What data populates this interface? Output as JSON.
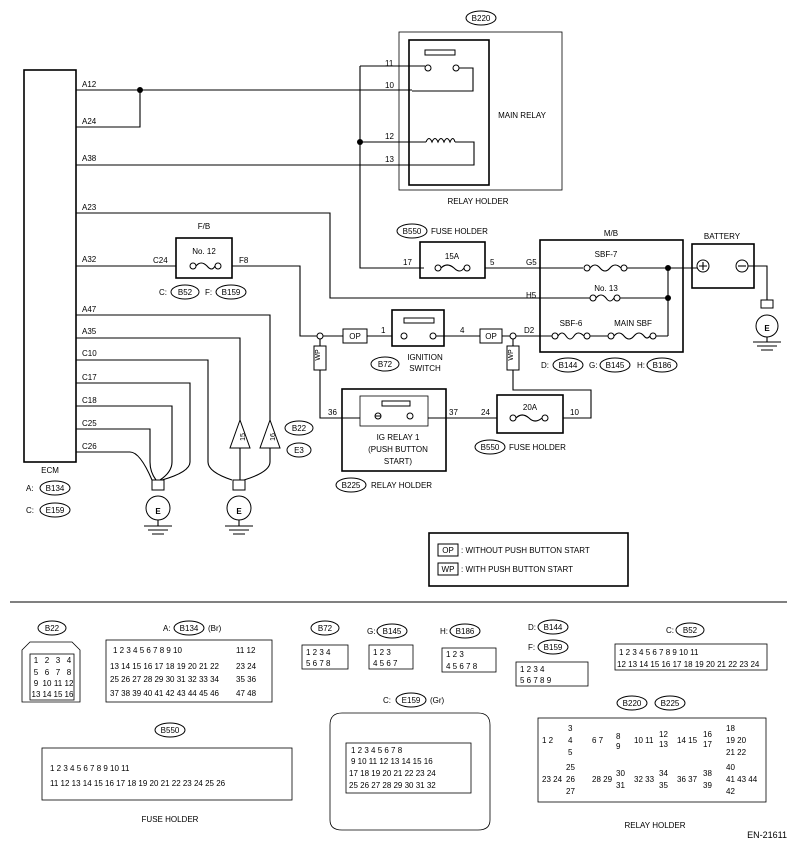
{
  "connectors": {
    "b220": "B220",
    "b225": "B225",
    "b550": "B550",
    "b72": "B72",
    "b22": "B22",
    "e3": "E3",
    "b134": "B134",
    "e159": "E159",
    "b52": "B52",
    "b159": "B159",
    "b144": "B144",
    "b145": "B145",
    "b186": "B186"
  },
  "ecm": {
    "label": "ECM",
    "prefix_a": "A:",
    "prefix_c": "C:",
    "pins": [
      "A12",
      "A24",
      "A38",
      "A23",
      "A32",
      "A47",
      "A35",
      "C10",
      "C17",
      "C18",
      "C25",
      "C26"
    ]
  },
  "main_relay": {
    "label": "MAIN RELAY",
    "holder": "RELAY HOLDER",
    "pins": [
      "11",
      "10",
      "12",
      "13"
    ]
  },
  "fuse_holder_top": {
    "label": "FUSE HOLDER",
    "fuse": "15A",
    "pin_in": "17",
    "pin_out": "5"
  },
  "fb": {
    "label": "F/B",
    "fuse": "No. 12",
    "pin_in": "C24",
    "pin_out": "F8",
    "conn_c": "C:",
    "conn_f": "F:"
  },
  "mb": {
    "label": "M/B",
    "sbf7": "SBF-7",
    "no13": "No. 13",
    "sbf6": "SBF-6",
    "main_sbf": "MAIN SBF",
    "pins": [
      "G5",
      "H5",
      "D2"
    ],
    "conn_d": "D:",
    "conn_g": "G:",
    "conn_h": "H:"
  },
  "battery": {
    "label": "BATTERY",
    "plus": "+",
    "minus": "−"
  },
  "ignition": {
    "label_1": "IGNITION",
    "label_2": "SWITCH",
    "pin_in": "1",
    "pin_out": "4"
  },
  "op_label": "OP",
  "wp_label": "WP",
  "ig_relay": {
    "label_1": "IG RELAY 1",
    "label_2": "(PUSH BUTTON",
    "label_3": "START)",
    "holder": "RELAY HOLDER",
    "pin_in": "36",
    "pin_out": "37"
  },
  "fuse_20a": {
    "fuse": "20A",
    "pin_in": "24",
    "pin_out": "10",
    "label": "FUSE HOLDER"
  },
  "ground_label": "E",
  "ground_pins": [
    "15",
    "16"
  ],
  "legend": {
    "op": "OP",
    "op_text": ": WITHOUT PUSH BUTTON START",
    "wp": "WP",
    "wp_text": ": WITH PUSH BUTTON START"
  },
  "bottom": {
    "b134_prefix": "A:",
    "b134_color": "(Br)",
    "b145_prefix": "G:",
    "b186_prefix": "H:",
    "b144_prefix": "D:",
    "b159_prefix": "F:",
    "b52_prefix": "C:",
    "e159_prefix": "C:",
    "e159_color": "(Gr)",
    "fuse_holder": "FUSE HOLDER",
    "relay_holder": "RELAY HOLDER"
  },
  "figure_id": "EN-21611"
}
